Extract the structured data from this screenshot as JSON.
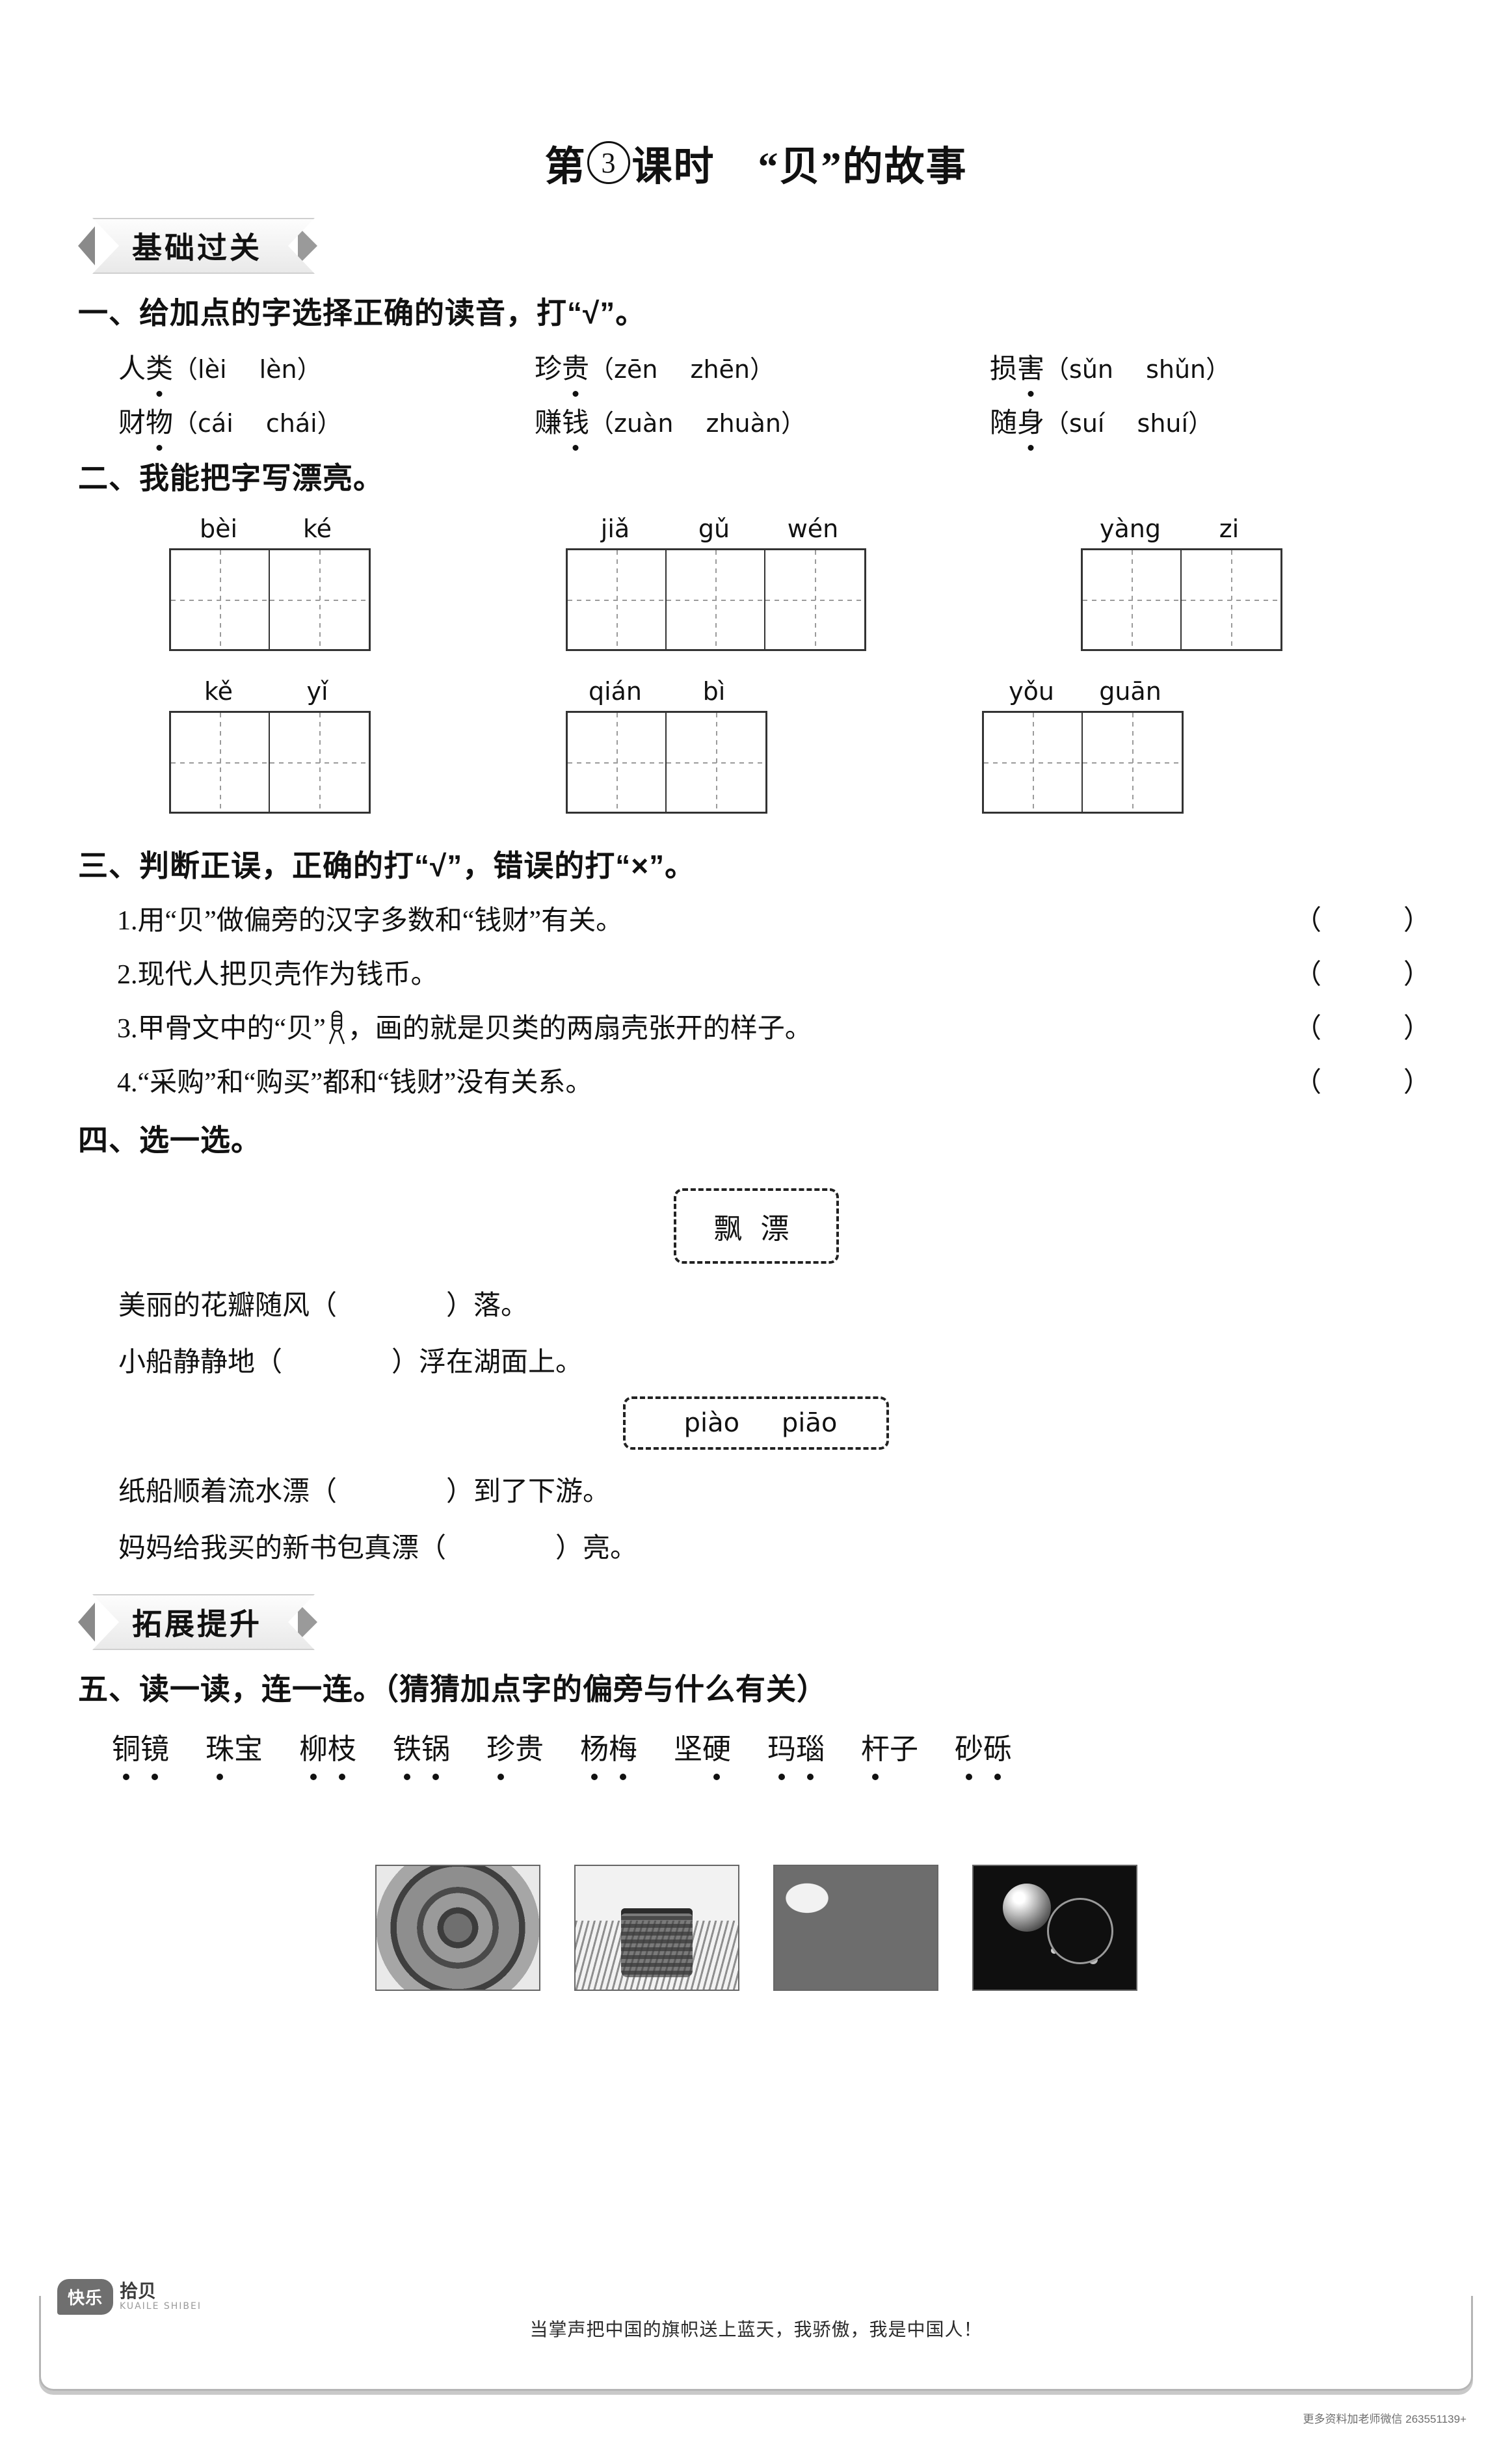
{
  "title": {
    "prefix": "第",
    "lesson_number": "3",
    "suffix": "课时",
    "main": "“贝”的故事"
  },
  "banners": {
    "basic": "基础过关",
    "extend": "拓展提升"
  },
  "ex1": {
    "heading": "一、给加点的字选择正确的读音，打“√”。",
    "rows": [
      [
        {
          "word_pre": "人",
          "word_dot": "类",
          "options": "（lèi　 lèn）"
        },
        {
          "word_pre": "珍",
          "word_dot": "贵",
          "options": "（zēn　 zhēn）"
        },
        {
          "word_pre": "损",
          "word_dot": "害",
          "options": "（sǔn　 shǔn）"
        }
      ],
      [
        {
          "word_pre": "财",
          "word_dot": "物",
          "options": "（cái　 chái）"
        },
        {
          "word_pre": "赚",
          "word_dot": "钱",
          "options": "（zuàn　 zhuàn）"
        },
        {
          "word_pre": "随",
          "word_dot": "身",
          "options": "（suí　 shuí）"
        }
      ]
    ]
  },
  "ex2": {
    "heading": "二、我能把字写漂亮。",
    "rows": [
      [
        {
          "syllables": [
            "bèi",
            "ké"
          ]
        },
        {
          "syllables": [
            "jiǎ",
            "gǔ",
            "wén"
          ]
        },
        {
          "syllables": [
            "yàng",
            "zi"
          ]
        }
      ],
      [
        {
          "syllables": [
            "kě",
            "yǐ"
          ]
        },
        {
          "syllables": [
            "qián",
            "bì"
          ]
        },
        {
          "syllables": [
            "yǒu",
            "guān"
          ]
        }
      ]
    ]
  },
  "ex3": {
    "heading": "三、判断正误，正确的打“√”，错误的打“×”。",
    "paren": "（　　　）",
    "items": [
      {
        "num": "1.",
        "text_before": "用“贝”做偏旁的汉字多数和“钱财”有关。",
        "glyph": false,
        "text_after": ""
      },
      {
        "num": "2.",
        "text_before": "现代人把贝壳作为钱币。",
        "glyph": false,
        "text_after": ""
      },
      {
        "num": "3.",
        "text_before": "甲骨文中的“贝”",
        "glyph": true,
        "text_after": "，画的就是贝类的两扇壳张开的样子。"
      },
      {
        "num": "4.",
        "text_before": "“采购”和“购买”都和“钱财”没有关系。",
        "glyph": false,
        "text_after": ""
      }
    ]
  },
  "ex4": {
    "heading": "四、选一选。",
    "box1": "飘漂",
    "box2_options": [
      "piào",
      "piāo"
    ],
    "sentences_group1": [
      "美丽的花瓣随风（　　　　）落。",
      "小船静静地（　　　　）浮在湖面上。"
    ],
    "sentences_group2": [
      "纸船顺着流水漂（　　　　）到了下游。",
      "妈妈给我买的新书包真漂（　　　　）亮。"
    ]
  },
  "ex5": {
    "heading": "五、读一读，连一连。（猜猜加点字的偏旁与什么有关）",
    "words": [
      {
        "chars": [
          {
            "c": "铜",
            "dot": true
          },
          {
            "c": "镜",
            "dot": true
          }
        ]
      },
      {
        "chars": [
          {
            "c": "珠",
            "dot": true
          },
          {
            "c": "宝",
            "dot": false
          }
        ]
      },
      {
        "chars": [
          {
            "c": "柳",
            "dot": true
          },
          {
            "c": "枝",
            "dot": true
          }
        ]
      },
      {
        "chars": [
          {
            "c": "铁",
            "dot": true
          },
          {
            "c": "锅",
            "dot": true
          }
        ]
      },
      {
        "chars": [
          {
            "c": "珍",
            "dot": true
          },
          {
            "c": "贵",
            "dot": false
          }
        ]
      },
      {
        "chars": [
          {
            "c": "杨",
            "dot": true
          },
          {
            "c": "梅",
            "dot": true
          }
        ]
      },
      {
        "chars": [
          {
            "c": "坚",
            "dot": false
          },
          {
            "c": "硬",
            "dot": true
          }
        ]
      },
      {
        "chars": [
          {
            "c": "玛",
            "dot": true
          },
          {
            "c": "瑙",
            "dot": true
          }
        ]
      },
      {
        "chars": [
          {
            "c": "杆",
            "dot": true
          },
          {
            "c": "子",
            "dot": false
          }
        ]
      },
      {
        "chars": [
          {
            "c": "砂",
            "dot": true
          },
          {
            "c": "砾",
            "dot": true
          }
        ]
      }
    ],
    "pictures": [
      {
        "name": "bronze-mirror"
      },
      {
        "name": "tree-stump"
      },
      {
        "name": "pebbles"
      },
      {
        "name": "pearl-jewelry"
      }
    ]
  },
  "footer": {
    "logo_bubble": "快乐",
    "logo_cn": "拾贝",
    "logo_en": "KUAILE SHIBEI",
    "slogan": "当掌声把中国的旗帜送上蓝天，我骄傲，我是中国人！",
    "watermark": "更多资料加老师微信 263551139+"
  }
}
